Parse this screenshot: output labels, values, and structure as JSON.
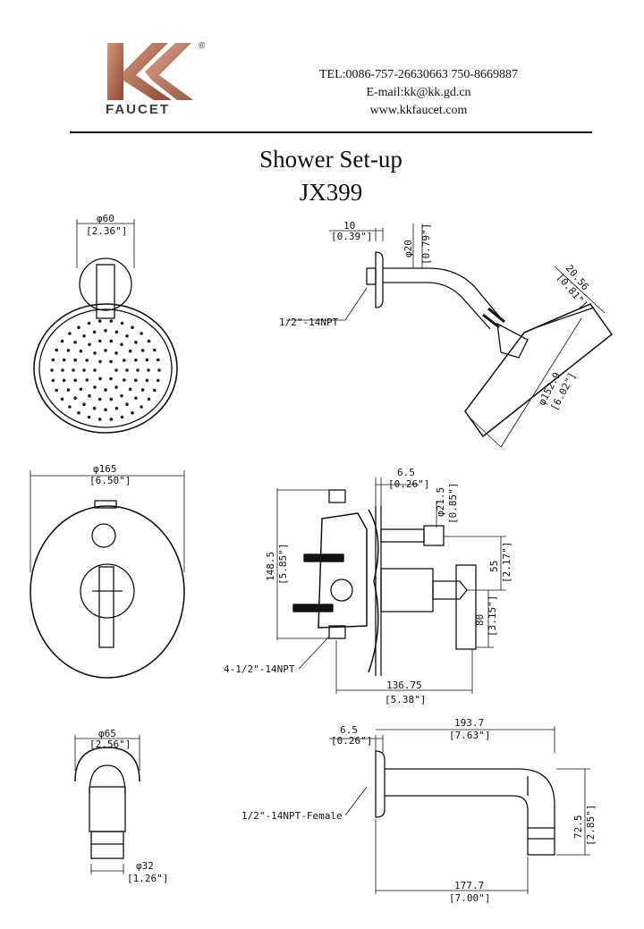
{
  "header": {
    "logo_letters": "KK",
    "brand": "FAUCET",
    "registered": "®",
    "tel": "TEL:0086-757-26630663 750-8669887",
    "email": "E-mail:kk@kk.gd.cn",
    "web": "www.kkfaucet.com",
    "colors": {
      "logo_gradient_start": "#c9856a",
      "logo_gradient_end": "#8a4a36"
    }
  },
  "title": {
    "line1": "Shower Set-up",
    "line2": "JX399"
  },
  "dims": {
    "d60": "φ60",
    "d60_in": "[2.36\"]",
    "d10": "10",
    "d10_in": "[0.39\"]",
    "d20": "φ20",
    "d20_in": "[0.79\"]",
    "d2056": "20.56",
    "d2056_in": "[0.81\"]",
    "npt1": "1/2\"-14NPT",
    "d1529": "φ152.9",
    "d1529_in": "[6.02\"]",
    "d165": "φ165",
    "d165_in": "[6.50\"]",
    "d65a": "6.5",
    "d65a_in": "[0.26\"]",
    "d215": "φ21.5",
    "d215_in": "[0.85\"]",
    "d1485": "148.5",
    "d1485_in": "[5.85\"]",
    "d55": "55",
    "d55_in": "[2.17\"]",
    "d80": "80",
    "d80_in": "[3.15\"]",
    "npt4": "4-1/2\"-14NPT",
    "d13675": "136.75",
    "d13675_in": "[5.38\"]",
    "d65c": "φ65",
    "d65c_in": "[2.56\"]",
    "d32": "φ32",
    "d32_in": "[1.26\"]",
    "d65b": "6.5",
    "d65b_in": "[0.26\"]",
    "d1937": "193.7",
    "d1937_in": "[7.63\"]",
    "nptf": "1/2\"-14NPT-Female",
    "d725": "72.5",
    "d725_in": "[2.85\"]",
    "d1777": "177.7",
    "d1777_in": "[7.00\"]"
  }
}
